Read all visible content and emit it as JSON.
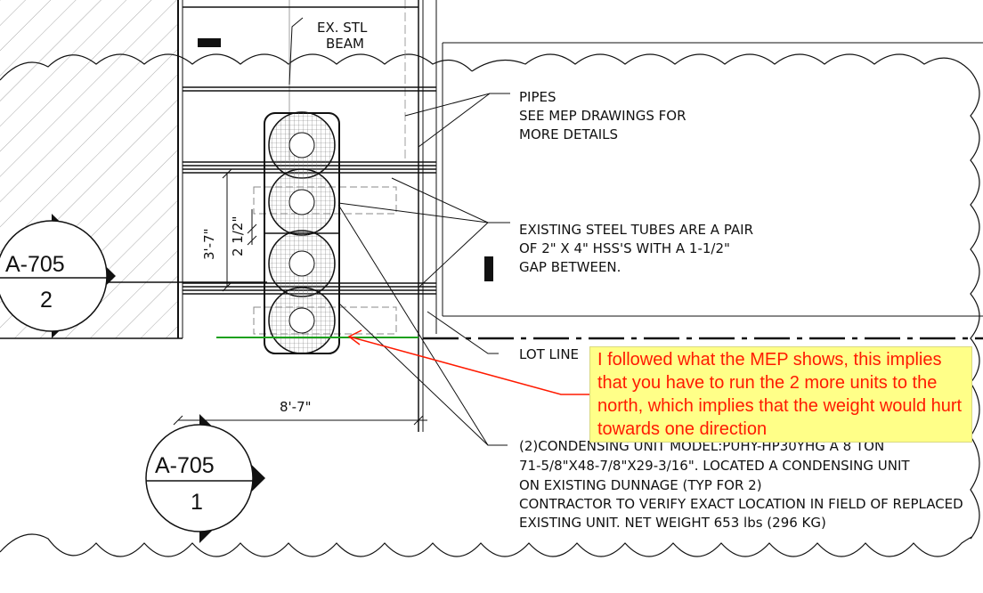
{
  "labels": {
    "beam": [
      "EX. STL",
      "BEAM"
    ],
    "pipes": [
      "PIPES",
      "SEE MEP DRAWINGS FOR",
      "MORE DETAILS"
    ],
    "tubes": [
      "EXISTING STEEL TUBES ARE A PAIR",
      "OF 2\" X 4\" HSS'S WITH A 1-1/2\"",
      "GAP BETWEEN."
    ],
    "lot_line": "LOT LINE",
    "unit_note": [
      "(2)CONDENSING UNIT MODEL:PUHY-HP30YHG A 8 TON",
      "71-5/8\"X48-7/8\"X29-3/16\". LOCATED A CONDENSING UNIT",
      "ON EXISTING DUNNAGE (TYP FOR 2)",
      "CONTRACTOR TO VERIFY EXACT LOCATION IN FIELD OF REPLACED",
      "EXISTING UNIT. NET WEIGHT 653 lbs (296 KG)"
    ]
  },
  "dimensions": {
    "vertical": "3'-7\"",
    "small": "2 1/2\"",
    "horizontal": "8'-7\""
  },
  "section_markers": [
    {
      "sheet": "A-705",
      "number": "2"
    },
    {
      "sheet": "A-705",
      "number": "1"
    }
  ],
  "comment": {
    "text": "I followed what the MEP shows, this implies that you have to run the 2 more units to the north, which implies that the weight would hurt towards one direction",
    "color": "#ff1a00",
    "background": "#ffff88"
  },
  "colors": {
    "line": "#111111",
    "lot_line_marker": "#1aa01a",
    "comment_arrow": "#ff1a00"
  }
}
